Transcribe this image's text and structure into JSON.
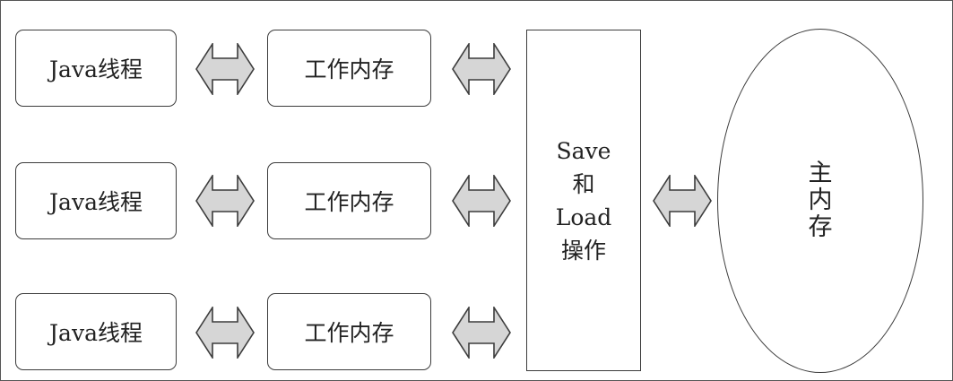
{
  "rows": [
    {
      "thread_label": "Java线程",
      "memory_label": "工作内存"
    },
    {
      "thread_label": "Java线程",
      "memory_label": "工作内存"
    },
    {
      "thread_label": "Java线程",
      "memory_label": "工作内存"
    }
  ],
  "operations": {
    "line1": "Save",
    "line2": "和",
    "line3": "Load",
    "line4": "操作"
  },
  "main_memory": {
    "line1": "主",
    "line2": "内",
    "line3": "存"
  },
  "icons": {
    "connector": "double-arrow-icon"
  },
  "colors": {
    "arrow_fill": "#d6d6d6",
    "stroke": "#3c3c3c",
    "top_strip": "#5e5e5e"
  }
}
